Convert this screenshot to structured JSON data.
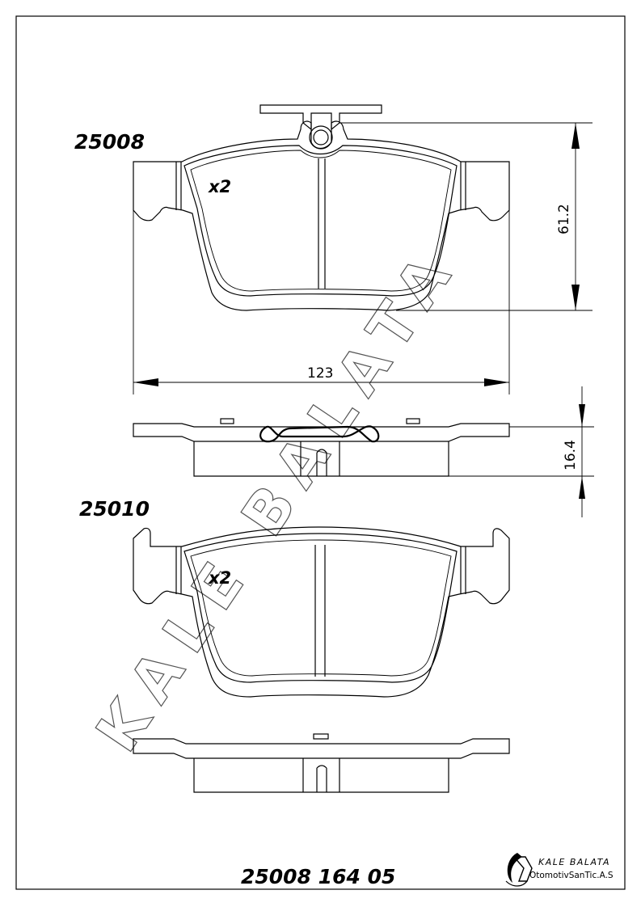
{
  "drawing": {
    "pad_1": {
      "part_number": "25008",
      "quantity": "x2"
    },
    "pad_2": {
      "part_number": "25010",
      "quantity": "x2"
    },
    "dimensions": {
      "height": "61.2",
      "width": "123",
      "thickness": "16.4"
    },
    "footer": {
      "set_number": "25008 164 05",
      "brand": "KALE BALATA",
      "company": "OtomotivSanTic.A.S"
    },
    "watermark": "KALE BALATA"
  }
}
